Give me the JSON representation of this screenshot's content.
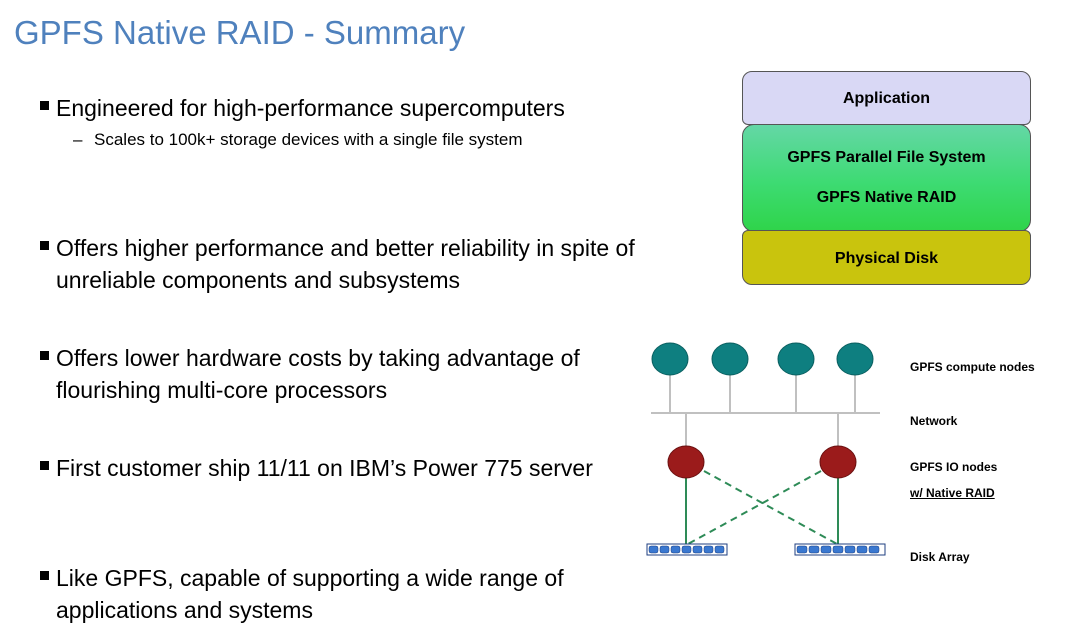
{
  "title": "GPFS Native RAID - Summary",
  "bullets": [
    {
      "text": "Engineered for high-performance supercomputers",
      "sub": "Scales to 100k+ storage devices with a single file system"
    },
    {
      "text": "Offers higher performance and better reliability in spite of unreliable components and subsystems"
    },
    {
      "text": "Offers lower hardware costs by taking advantage of flourishing multi-core processors"
    },
    {
      "text": "First customer ship 11/11 on IBM’s Power 775 server"
    },
    {
      "text": "Like GPFS, capable of supporting a wide range of applications and systems"
    }
  ],
  "sub_dash": "–",
  "stack": {
    "application": "Application",
    "parallel_fs": "GPFS Parallel File System",
    "native_raid": "GPFS Native RAID",
    "physical_disk": "Physical Disk"
  },
  "network_labels": {
    "compute": "GPFS compute nodes",
    "network": "Network",
    "io": "GPFS IO nodes",
    "raid": "w/ Native RAID",
    "disk": "Disk Array"
  },
  "colors": {
    "title": "#4f81bd",
    "compute_node": "#0e7f80",
    "io_node": "#9b1b1b",
    "link": "#2e8b57",
    "disk_array": "#3a78d0",
    "app_layer": "#d9d8f5",
    "physical_disk_layer": "#c9c40d"
  }
}
